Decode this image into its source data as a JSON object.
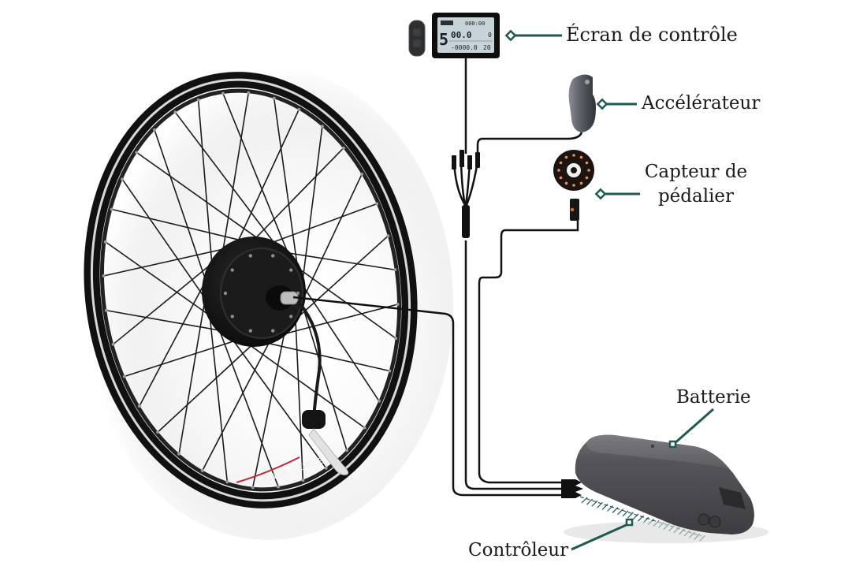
{
  "diagram": {
    "title": "Kit de conversion vélo électrique",
    "accent_color": "#1f5a52",
    "components": [
      {
        "id": "display",
        "label": "Écran de contrôle"
      },
      {
        "id": "throttle",
        "label": "Accélérateur"
      },
      {
        "id": "pas",
        "label_line1": "Capteur de",
        "label_line2": "pédalier"
      },
      {
        "id": "battery",
        "label": "Batterie"
      },
      {
        "id": "controller",
        "label": "Contrôleur"
      }
    ],
    "display_screen": {
      "speed": "00.0",
      "assist_level": "5",
      "clock": "000:00",
      "odometer": "-0000.0",
      "temp": "20",
      "mode": "0"
    },
    "rim_brand": "POWER CIRCLE"
  }
}
